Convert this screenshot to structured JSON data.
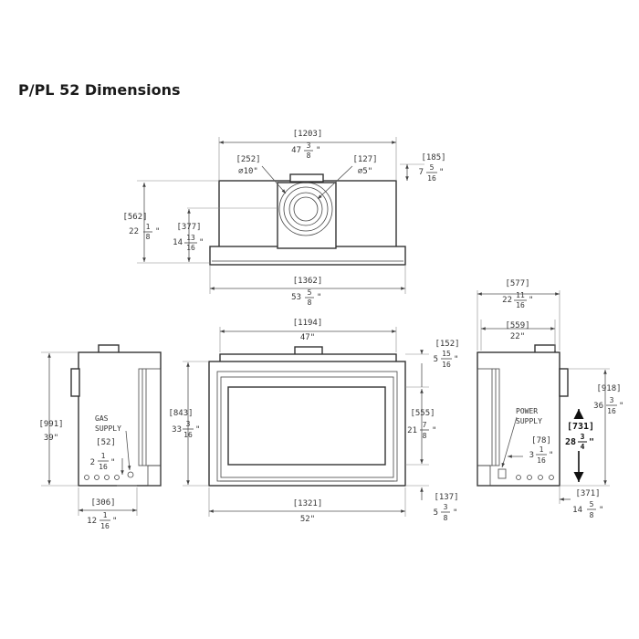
{
  "title": "P/PL 52 Dimensions",
  "top_view": {
    "width_mm": "[1203]",
    "width_in_whole": "47",
    "width_in_num": "3",
    "width_in_den": "8",
    "vent_outer_mm": "[252]",
    "vent_outer_in": "∅10\"",
    "vent_inner_mm": "[127]",
    "vent_inner_in": "∅5\"",
    "offset_mm": "[185]",
    "offset_in_whole": "7",
    "offset_in_num": "5",
    "offset_in_den": "16",
    "depth_mm": "[562]",
    "depth_in_whole": "22",
    "depth_in_num": "1",
    "depth_in_den": "8",
    "center_mm": "[377]",
    "center_in_whole": "14",
    "center_in_num": "13",
    "center_in_den": "16",
    "base_mm": "[1362]",
    "base_in_whole": "53",
    "base_in_num": "5",
    "base_in_den": "8"
  },
  "front_view": {
    "top_mm": "[1194]",
    "top_in": "47\"",
    "height_mm": "[843]",
    "height_in_whole": "33",
    "height_in_num": "3",
    "height_in_den": "16",
    "hood_mm": "[152]",
    "hood_in_whole": "5",
    "hood_in_num": "15",
    "hood_in_den": "16",
    "glass_mm": "[555]",
    "glass_in_whole": "21",
    "glass_in_num": "7",
    "glass_in_den": "8",
    "bottom_mm": "[137]",
    "bottom_in_whole": "5",
    "bottom_in_num": "3",
    "bottom_in_den": "8",
    "base_mm": "[1321]",
    "base_in": "52\""
  },
  "left_view": {
    "height_mm": "[991]",
    "height_in": "39\"",
    "gas_label_1": "GAS",
    "gas_label_2": "SUPPLY",
    "gas_mm": "[52]",
    "gas_in_whole": "2",
    "gas_in_num": "1",
    "gas_in_den": "16",
    "depth_mm": "[306]",
    "depth_in_whole": "12",
    "depth_in_num": "1",
    "depth_in_den": "16"
  },
  "right_view": {
    "depth_mm": "[577]",
    "depth_in_whole": "22",
    "depth_in_num": "11",
    "depth_in_den": "16",
    "inner_mm": "[559]",
    "inner_in": "22\"",
    "power_label_1": "POWER",
    "power_label_2": "SUPPLY",
    "power_height_mm": "[731]",
    "power_height_in_whole": "28",
    "power_height_in_num": "3",
    "power_height_in_den": "4",
    "power_offset_mm": "[78]",
    "power_offset_in_whole": "3",
    "power_offset_in_num": "1",
    "power_offset_in_den": "16",
    "height_mm": "[918]",
    "height_in_whole": "36",
    "height_in_num": "3",
    "height_in_den": "16",
    "bottom_mm": "[371]",
    "bottom_in_whole": "14",
    "bottom_in_num": "5",
    "bottom_in_den": "8"
  }
}
